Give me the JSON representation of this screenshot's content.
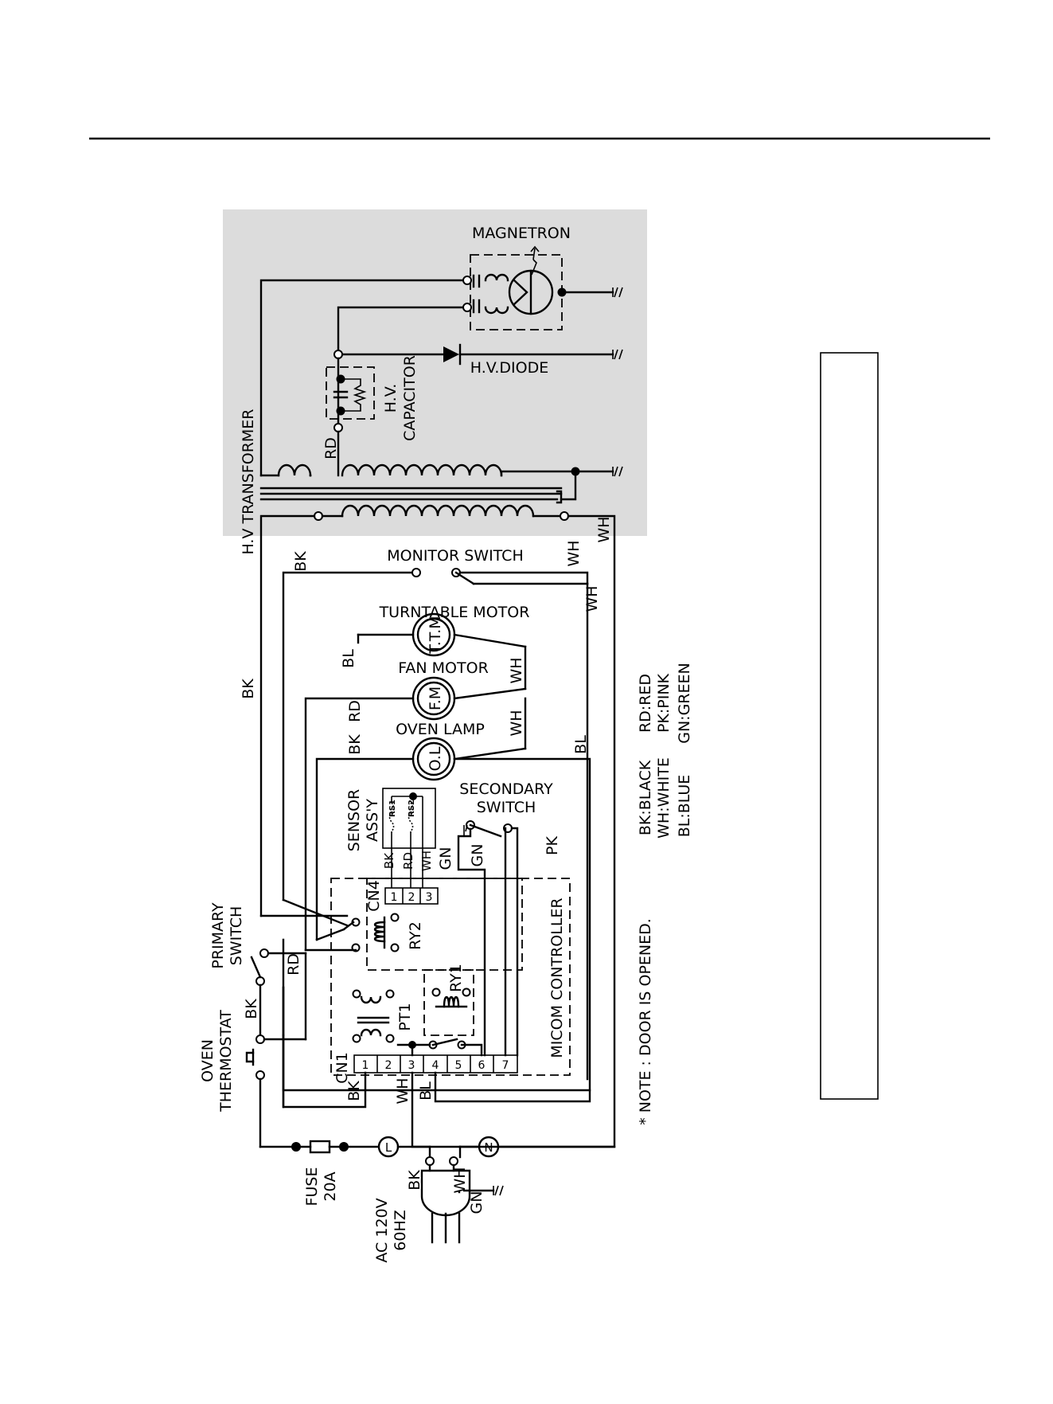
{
  "labels": {
    "magnetron": "MAGNETRON",
    "hv_diode": "H.V.DIODE",
    "hv_capacitor_1": "H.V.",
    "hv_capacitor_2": "CAPACITOR",
    "hv_transformer": "H.V TRANSFORMER",
    "monitor_switch": "MONITOR SWITCH",
    "turntable_motor": "TURNTABLE MOTOR",
    "turntable_motor_symbol": "T.T.M",
    "fan_motor": "FAN MOTOR",
    "fan_motor_symbol": "F.M",
    "oven_lamp": "OVEN LAMP",
    "oven_lamp_symbol": "O.L",
    "secondary_switch_1": "SECONDARY",
    "secondary_switch_2": "SWITCH",
    "sensor_assy_1": "SENSOR",
    "sensor_assy_2": "ASS'Y",
    "rs1": "RS1",
    "rs2": "RS2",
    "cn4": "CN4",
    "cn1": "CN1",
    "ry1": "RY1",
    "ry2": "RY2",
    "pt1": "PT1",
    "micom_controller": "MICOM CONTROLLER",
    "primary_switch_1": "PRIMARY",
    "primary_switch_2": "SWITCH",
    "oven_thermostat_1": "OVEN",
    "oven_thermostat_2": "THERMOSTAT",
    "fuse_1": "FUSE",
    "fuse_2": "20A",
    "ac_1": "AC 120V",
    "ac_2": "60HZ",
    "line_L": "L",
    "line_N": "N",
    "note": "* NOTE : DOOR IS OPENED."
  },
  "cn4_pins": [
    "1",
    "2",
    "3"
  ],
  "cn4_wires": [
    "BK",
    "RD",
    "WH"
  ],
  "cn1_pins": [
    "1",
    "2",
    "3",
    "4",
    "5",
    "6",
    "7"
  ],
  "wire_codes": {
    "bk": "BK",
    "wh": "WH",
    "rd": "RD",
    "bl": "BL",
    "gn": "GN",
    "pk": "PK"
  },
  "color_legend": [
    "BK:BLACK",
    "WH:WHITE",
    "BL:BLUE",
    "RD:RED",
    "PK:PINK",
    "GN:GREEN"
  ],
  "colors": {
    "hv_section_shade": "#dcdcdc",
    "ink": "#000000"
  }
}
